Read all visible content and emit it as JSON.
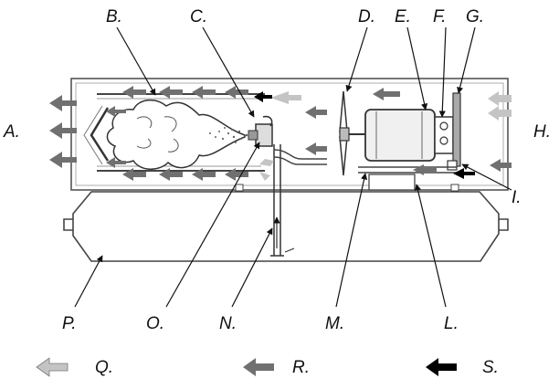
{
  "labels": {
    "A": "A.",
    "B": "B.",
    "C": "C.",
    "D": "D.",
    "E": "E.",
    "F": "F.",
    "G": "G.",
    "H": "H.",
    "I": "I.",
    "L": "L.",
    "M": "M.",
    "N": "N.",
    "O": "O.",
    "P": "P."
  },
  "legend": [
    {
      "label": "Q.",
      "color": "#c4c4c4"
    },
    {
      "label": "R.",
      "color": "#707070"
    },
    {
      "label": "S.",
      "color": "#000000"
    }
  ]
}
